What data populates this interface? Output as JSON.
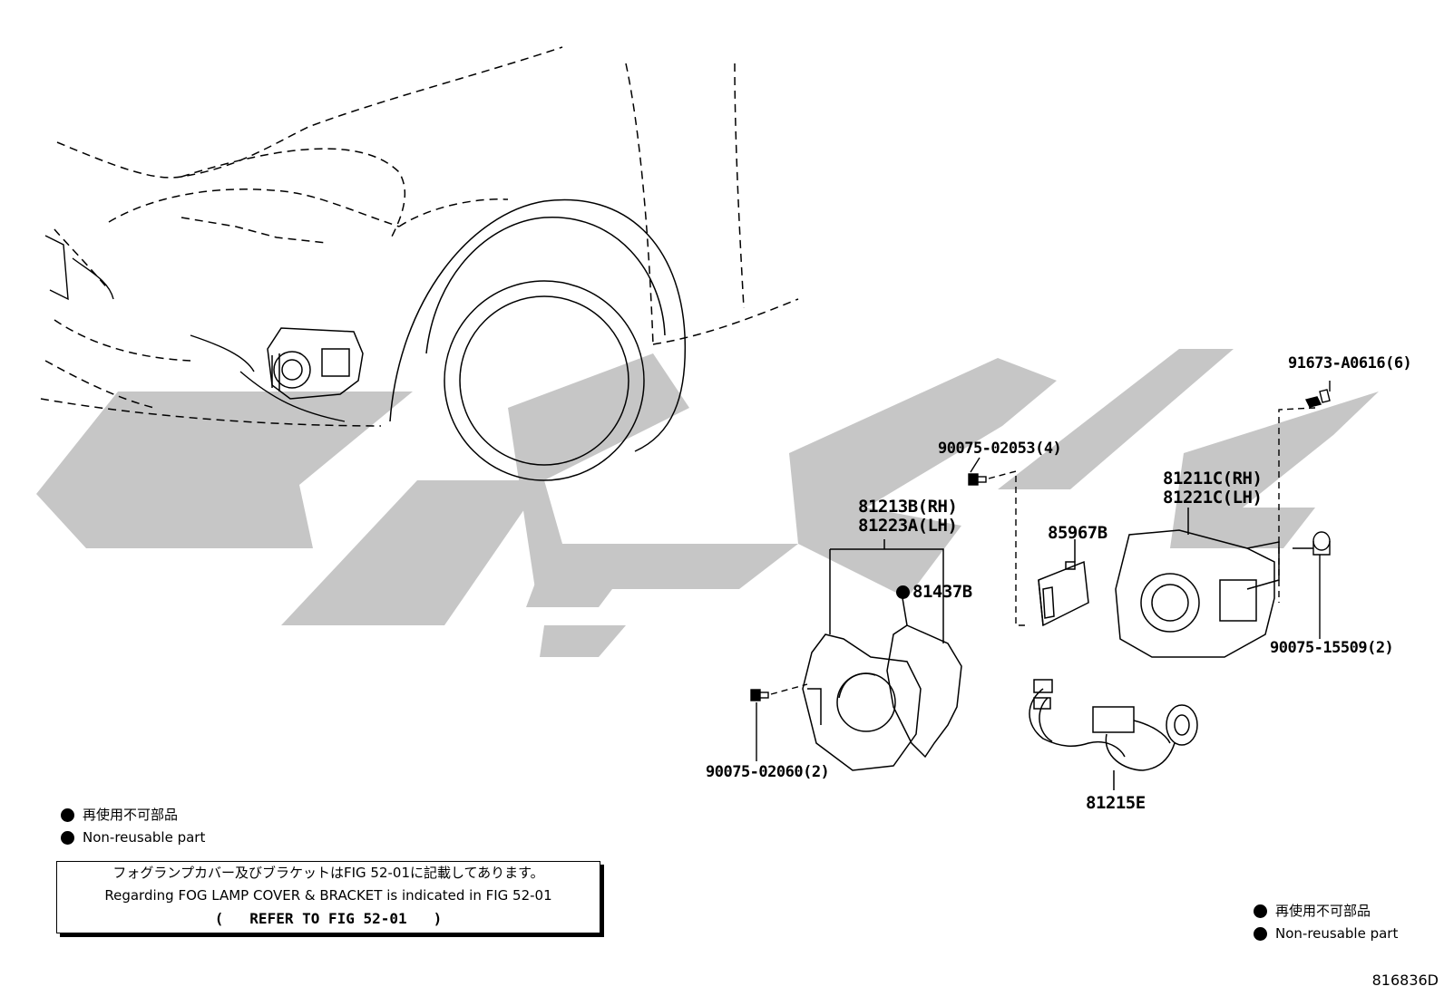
{
  "parts": {
    "p91673": "91673-A0616(6)",
    "p90075_02053": "90075-02053(4)",
    "p81211c": "81211C(RH)",
    "p81221c": "81221C(LH)",
    "p81213b": "81213B(RH)",
    "p81223a": "81223A(LH)",
    "p85967b": "85967B",
    "p81437b": "81437B",
    "p90075_15509": "90075-15509(2)",
    "p90075_02060": "90075-02060(2)",
    "p81215e": "81215E"
  },
  "legend_left": {
    "jp": "再使用不可部品",
    "en": "Non-reusable part"
  },
  "legend_right": {
    "jp": "再使用不可部品",
    "en": "Non-reusable part"
  },
  "note": {
    "line1": "フォグランプカバー及びブラケットはFIG 52-01に記載してあります。",
    "line2": "Regarding FOG LAMP COVER & BRACKET is indicated in FIG 52-01",
    "line3": "(   REFER TO FIG 52-01   )"
  },
  "figure_code": "816836D",
  "colors": {
    "line": "#000000",
    "watermark": "#c6c6c6",
    "background": "#ffffff"
  }
}
